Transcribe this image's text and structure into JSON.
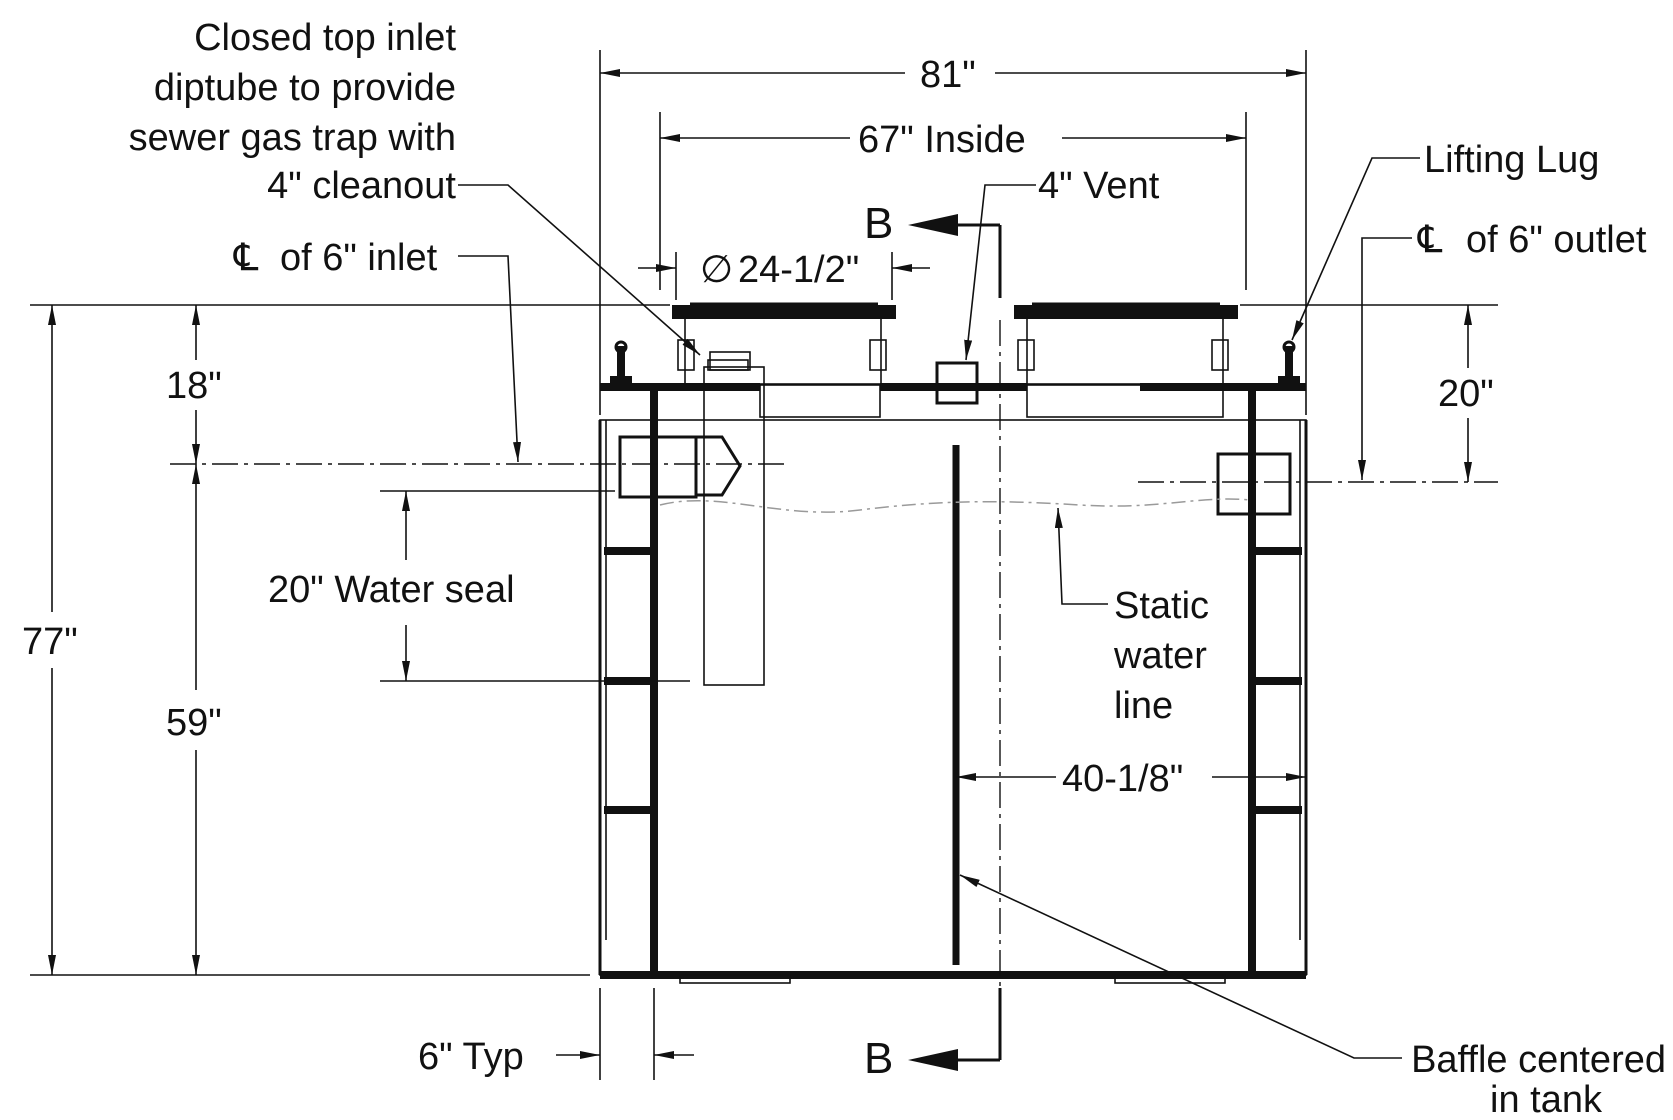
{
  "labels": {
    "diptube": [
      "Closed top inlet",
      "diptube to provide",
      "sewer gas trap with",
      "4\" cleanout"
    ],
    "inlet_centerline": "of 6\" inlet",
    "outlet_centerline": "of 6\" outlet",
    "lifting_lug": "Lifting Lug",
    "vent": "4\" Vent",
    "manhole_diameter": "24-1/2\"",
    "diameter_symbol": "∅",
    "centerline_symbol": "℄",
    "static_water_line": [
      "Static",
      "water",
      "line"
    ],
    "water_seal": "20\" Water seal",
    "baffle": [
      "Baffle centered",
      "in tank"
    ],
    "wall_thickness": "6\" Typ",
    "section_marker": "B"
  },
  "dimensions": {
    "overall_width": "81\"",
    "inside_width": "67\" Inside",
    "overall_height": "77\"",
    "top_to_inlet": "18\"",
    "inlet_to_bottom": "59\"",
    "top_to_outlet": "20\"",
    "baffle_to_wall": "40-1/8\""
  },
  "colors": {
    "line": "#111111",
    "water_line": "#9a9a9a",
    "background": "#ffffff"
  }
}
